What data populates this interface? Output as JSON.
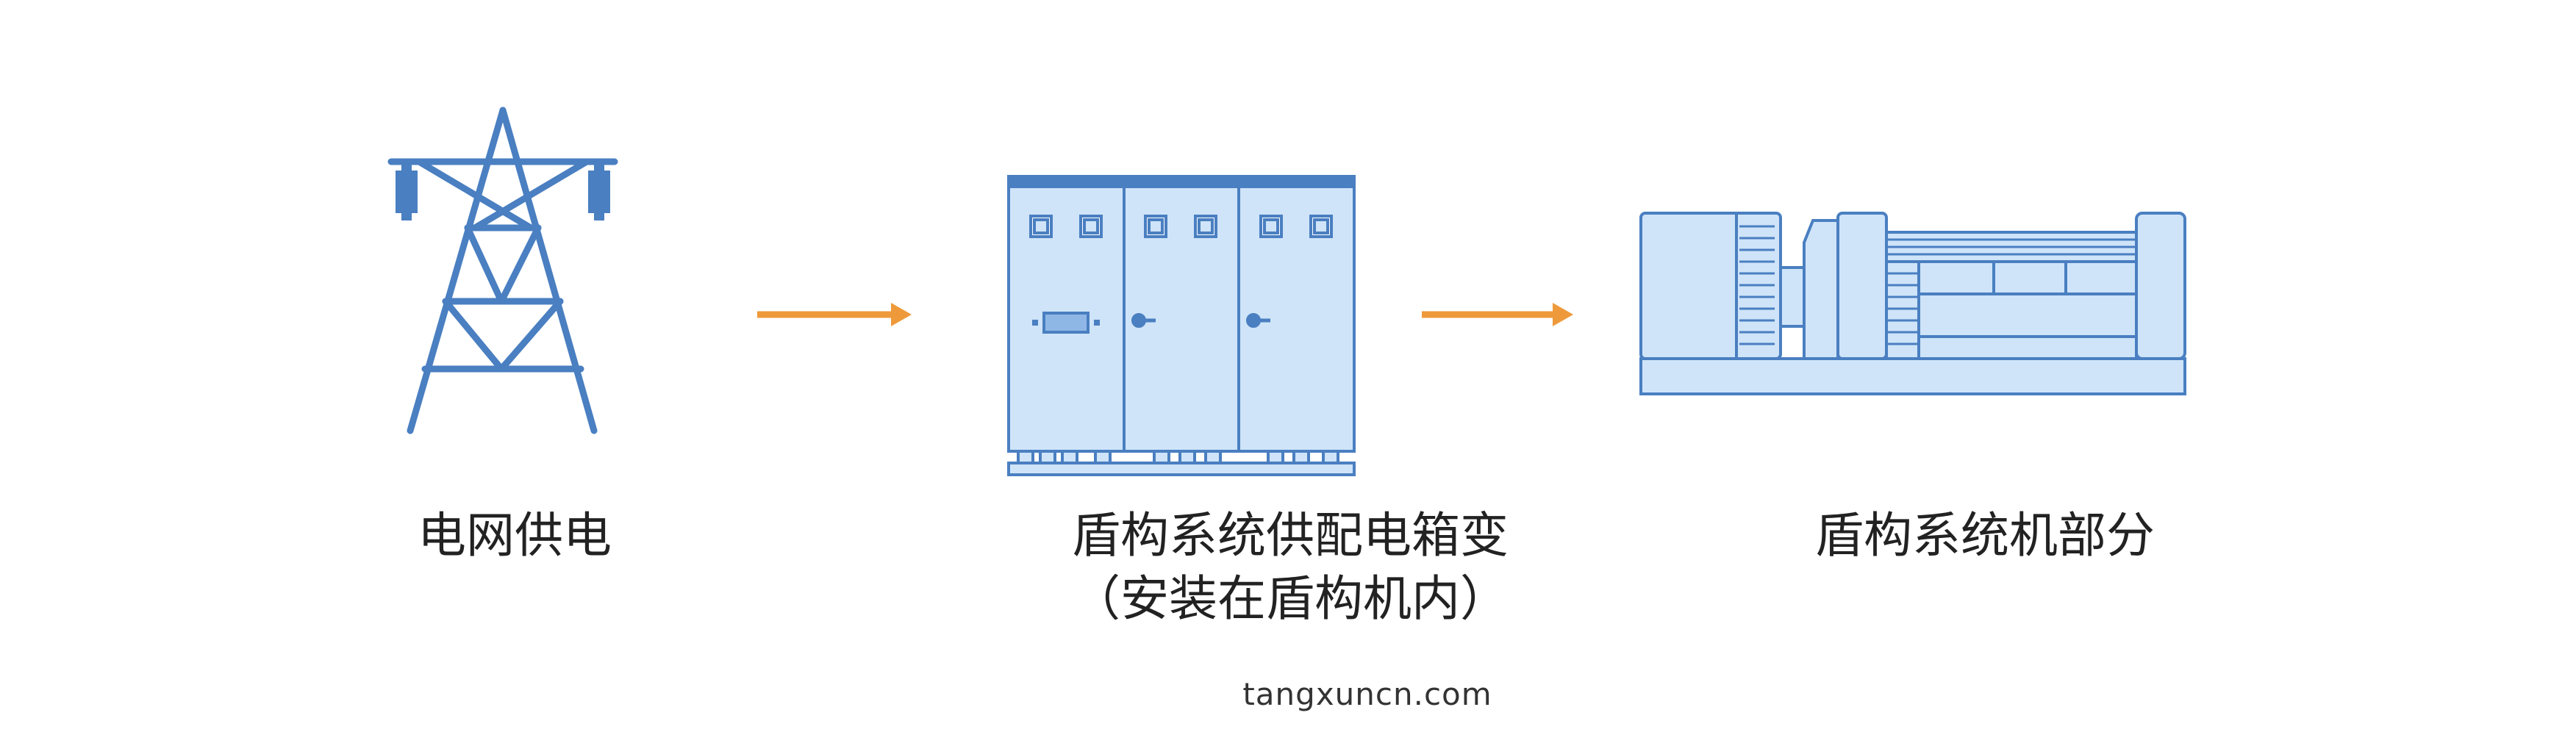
{
  "colors": {
    "blue_stroke": "#4a7fc1",
    "blue_fill": "#cfe4f9",
    "blue_dark": "#4a7fc1",
    "arrow": "#ee9a3a",
    "text": "#222222"
  },
  "flow": {
    "steps": [
      {
        "label": "电网供电",
        "icon": "transmission-tower-icon"
      },
      {
        "label": "盾构系统供配电箱变",
        "sublabel": "（安装在盾构机内）",
        "icon": "electrical-cabinet-icon"
      },
      {
        "label": "盾构系统机部分",
        "icon": "tunnel-boring-machine-icon"
      }
    ],
    "connectors": [
      "arrow-right-icon",
      "arrow-right-icon"
    ]
  },
  "footer": {
    "watermark": "tangxuncn.com"
  }
}
